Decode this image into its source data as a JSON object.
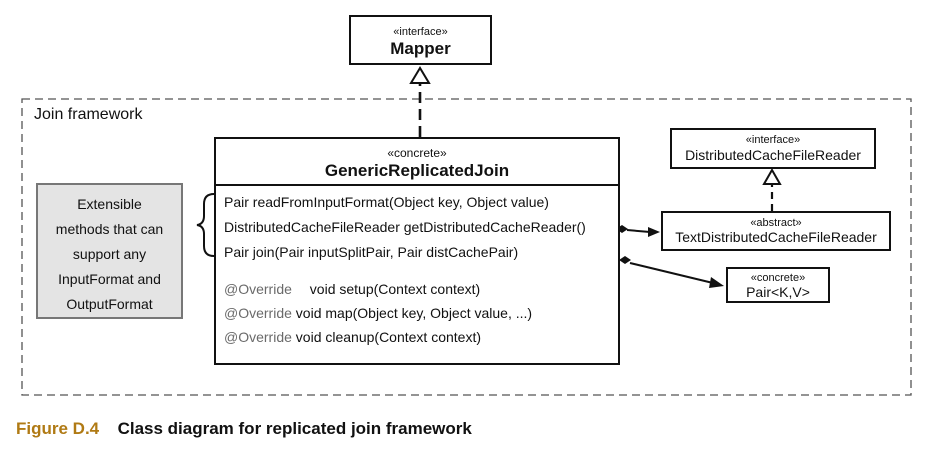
{
  "frame": {
    "label": "Join framework"
  },
  "mapper": {
    "stereotype": "«interface»",
    "name": "Mapper"
  },
  "generic_join": {
    "stereotype": "«concrete»",
    "name": "GenericReplicatedJoin",
    "methods": [
      "Pair readFromInputFormat(Object key, Object value)",
      "DistributedCacheFileReader getDistributedCacheReader()",
      "Pair join(Pair inputSplitPair, Pair distCachePair)"
    ],
    "overrides": [
      {
        "annotation": "@Override",
        "signature": "void setup(Context context)"
      },
      {
        "annotation": "@Override",
        "signature": "void map(Object key, Object value, ...)"
      },
      {
        "annotation": "@Override",
        "signature": "void cleanup(Context context)"
      }
    ]
  },
  "note": {
    "lines": [
      "Extensible",
      "methods that can",
      "support any",
      "InputFormat and",
      "OutputFormat"
    ]
  },
  "dcfr": {
    "stereotype": "«interface»",
    "name": "DistributedCacheFileReader"
  },
  "tdcfr": {
    "stereotype": "«abstract»",
    "name": "TextDistributedCacheFileReader"
  },
  "pair": {
    "stereotype": "«concrete»",
    "name": "Pair<K,V>"
  },
  "caption": {
    "figure": "Figure D.4",
    "text": "Class diagram for replicated join framework"
  }
}
